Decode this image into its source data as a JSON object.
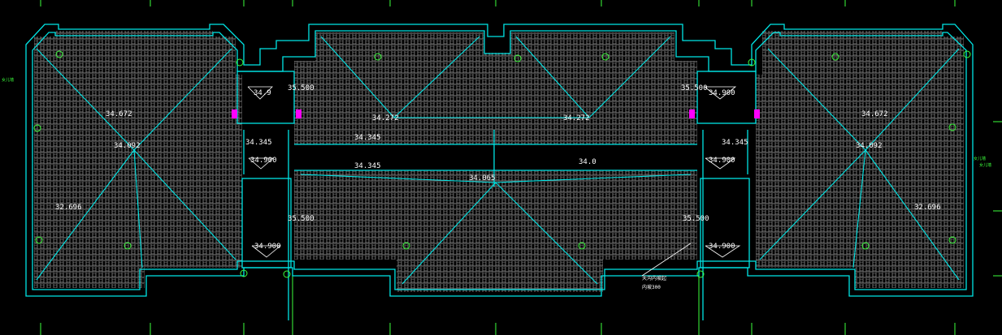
{
  "drawing": {
    "colors": {
      "background": "#000000",
      "outline": "#00e5e5",
      "hatch": "#8a8a8a",
      "leader": "#3cff3c",
      "text": "#ffffff",
      "marker": "#ff00ff"
    },
    "elevations": {
      "left_peak": "34.672",
      "left_center": "34.092",
      "left_low": "32.696",
      "mid_left_peak": "34.272",
      "mid_right_peak": "34.272",
      "mid_center": "34.345",
      "corridor": "34.345",
      "center_low": "34.065",
      "right_peak": "34.672",
      "right_center": "34.092",
      "right_low": "32.696",
      "stair_l_top": "35.500",
      "stair_r_top": "35.500",
      "stair_l_bot": "35.500",
      "stair_r_bot": "35.500",
      "side_l": "34.345",
      "side_r": "34.345",
      "center_note": "34.0"
    },
    "tags": {
      "tl_box": "34.9",
      "tr_box": "34.900",
      "ml_box": "34.900",
      "mr_box": "34.900",
      "bl_box": "34.900",
      "br_box": "34.900"
    },
    "notes": {
      "bottom_note_1": "天沟内坡起",
      "bottom_note_2": "内坡300",
      "left_edge": "女儿墙",
      "right_edge_1": "女儿墙",
      "right_edge_2": "女儿墙"
    }
  }
}
